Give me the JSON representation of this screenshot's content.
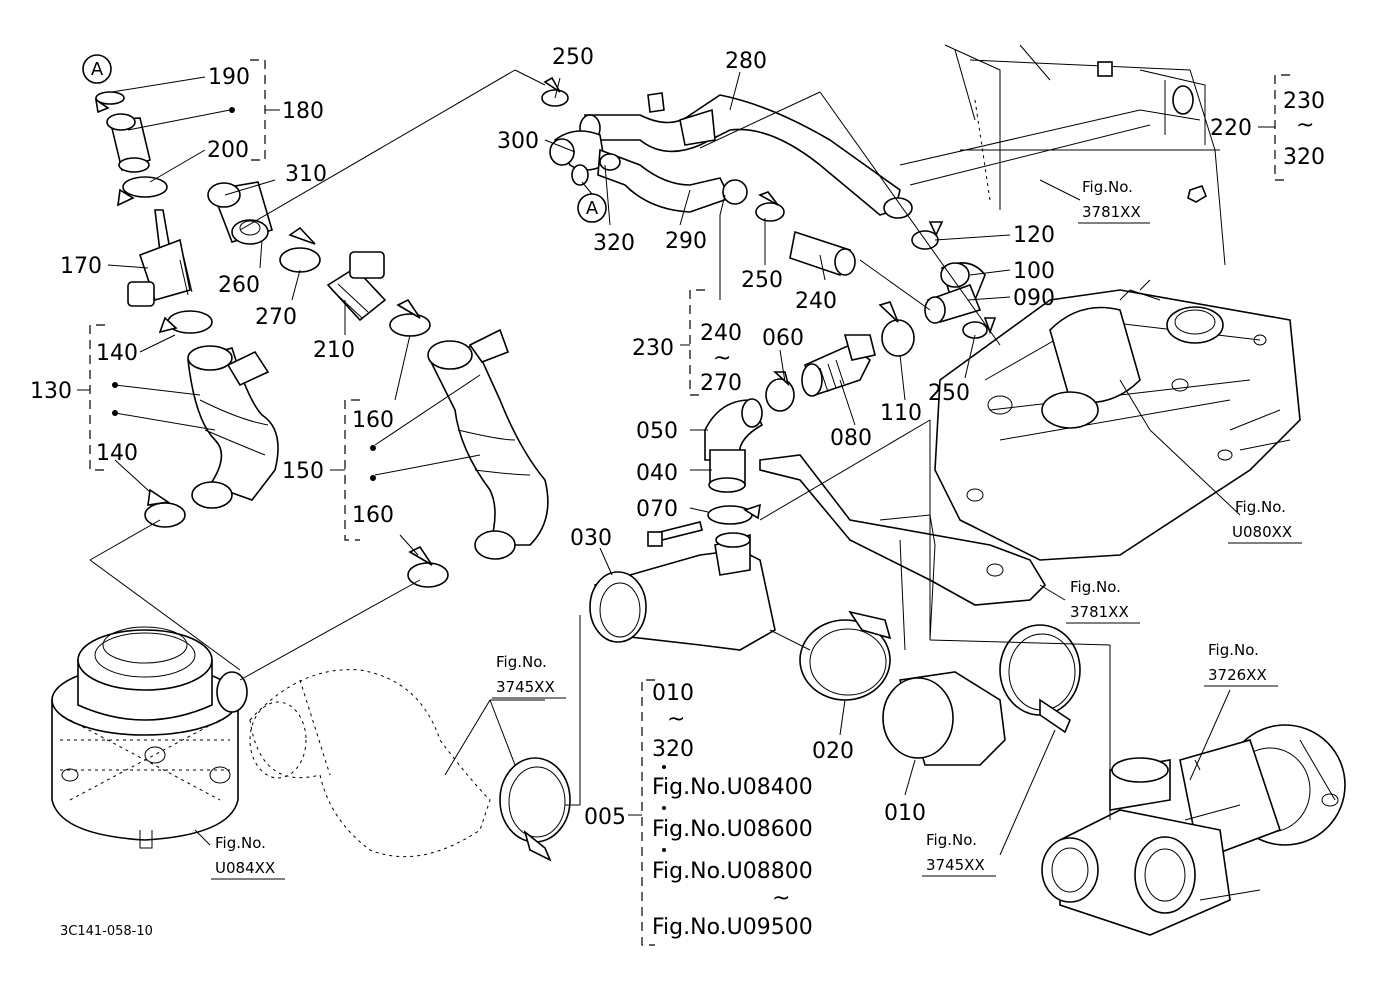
{
  "diagram_id": "3C141-058-10",
  "callouts": {
    "c190": "190",
    "c180": "180",
    "c200": "200",
    "c170": "170",
    "c140a": "140",
    "c140b": "140",
    "c130": "130",
    "c310": "310",
    "c260": "260",
    "c270": "270",
    "c210": "210",
    "c160a": "160",
    "c160b": "160",
    "c150": "150",
    "c250a": "250",
    "c280": "280",
    "c300": "300",
    "c320": "320",
    "c290": "290",
    "c250b": "250",
    "c240": "240",
    "c120": "120",
    "c100": "100",
    "c090": "090",
    "c250c": "250",
    "c060": "060",
    "c080": "080",
    "c110": "110",
    "c050": "050",
    "c040": "040",
    "c070": "070",
    "c030": "030",
    "c020": "020",
    "c010": "010",
    "c220": "220"
  },
  "markers": {
    "a1": "A",
    "a2": "A"
  },
  "ranges": {
    "r230_label": "230",
    "r230_from": "240",
    "r230_to": "270",
    "r220_from": "230",
    "r220_to": "320",
    "tilde": "~"
  },
  "kit_005": {
    "label": "005",
    "from": "010",
    "to": "320",
    "refs": [
      "Fig.No.U08400",
      "Fig.No.U08600",
      "Fig.No.U08800",
      "Fig.No.U09500"
    ],
    "tilde": "~"
  },
  "fig_refs": {
    "f3781a": {
      "title": "Fig.No.",
      "code": "3781XX"
    },
    "f3781b": {
      "title": "Fig.No.",
      "code": "3781XX"
    },
    "fU080": {
      "title": "Fig.No.",
      "code": "U080XX"
    },
    "f3726": {
      "title": "Fig.No.",
      "code": "3726XX"
    },
    "f3745a": {
      "title": "Fig.No.",
      "code": "3745XX"
    },
    "f3745b": {
      "title": "Fig.No.",
      "code": "3745XX"
    },
    "fU084": {
      "title": "Fig.No.",
      "code": "U084XX"
    }
  }
}
